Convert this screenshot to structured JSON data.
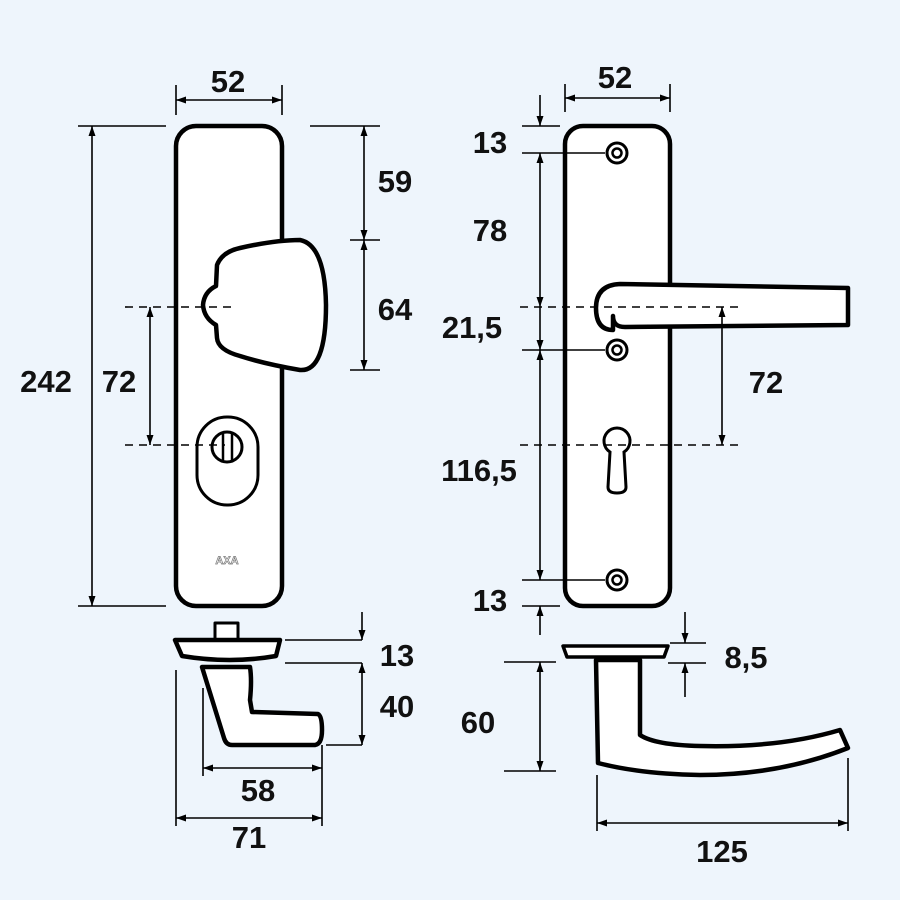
{
  "colors": {
    "background": "#eef5fc",
    "line": "#000000",
    "part_fill": "#ffffff"
  },
  "logo": "AXA",
  "left_view": {
    "width_label": "52",
    "height_label": "242",
    "center_distance_label": "72",
    "top_to_knob_label": "59",
    "knob_height_label": "64",
    "rose_thickness_label": "13",
    "handle_height_label": "40",
    "handle_depth_label": "58",
    "total_depth_label": "71"
  },
  "right_view": {
    "width_label": "52",
    "top_screw_label": "13",
    "screw_to_handle_label": "78",
    "handle_to_screw_label": "21,5",
    "screw_to_bottom_screw_label": "116,5",
    "bottom_screw_label": "13",
    "center_distance_label": "72",
    "rose_thickness_label": "8,5",
    "handle_height_label": "60",
    "handle_length_label": "125"
  }
}
